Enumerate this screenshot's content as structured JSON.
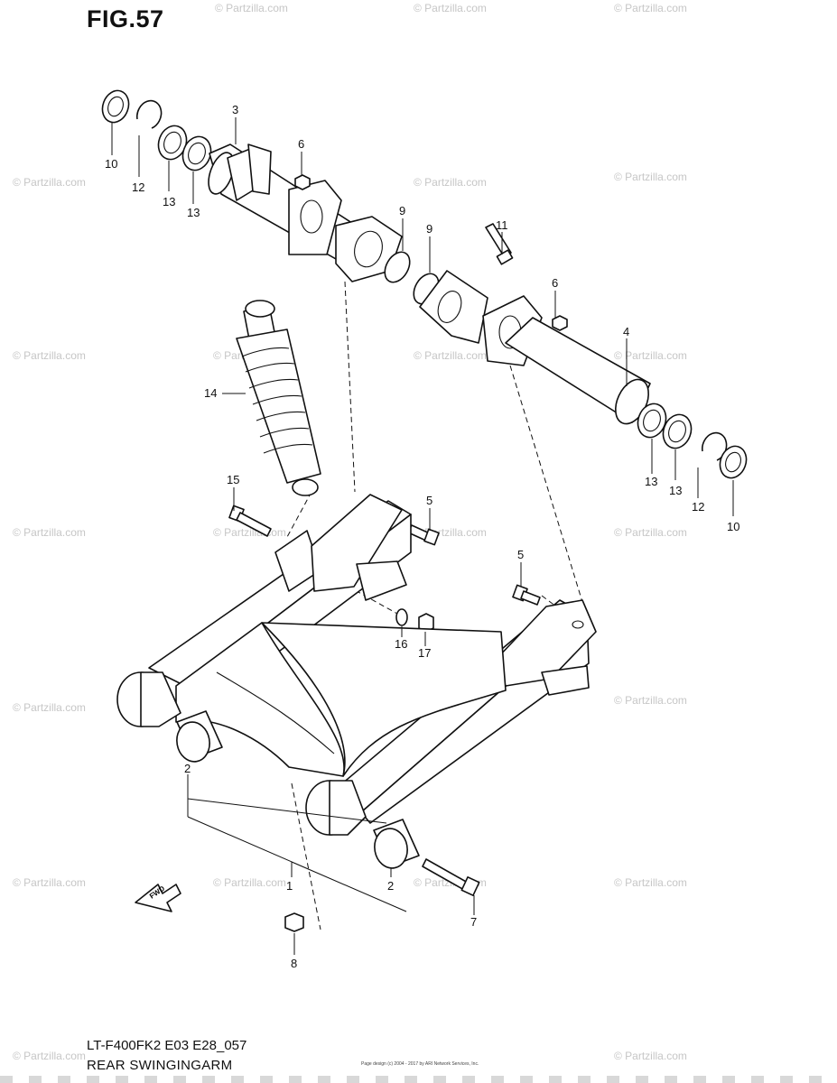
{
  "figure": {
    "title": "FIG.57"
  },
  "footer": {
    "model_code": "LT-F400FK2 E03 E28_057",
    "section_name": "REAR SWINGINGARM",
    "copyright": "Page design (c) 2004 - 2017 by ARI Network Services, Inc."
  },
  "watermark": {
    "text": "© Partzilla.com",
    "color": "#c6c6c6"
  },
  "fwd_label": "FWD",
  "callouts": {
    "c1": "1",
    "c2a": "2",
    "c2b": "2",
    "c3": "3",
    "c4": "4",
    "c5a": "5",
    "c5b": "5",
    "c6a": "6",
    "c6b": "6",
    "c7": "7",
    "c8": "8",
    "c9a": "9",
    "c9b": "9",
    "c10a": "10",
    "c10b": "10",
    "c11": "11",
    "c12a": "12",
    "c12b": "12",
    "c13a": "13",
    "c13b": "13",
    "c13c": "13",
    "c13d": "13",
    "c14": "14",
    "c15": "15",
    "c16": "16",
    "c17": "17"
  }
}
